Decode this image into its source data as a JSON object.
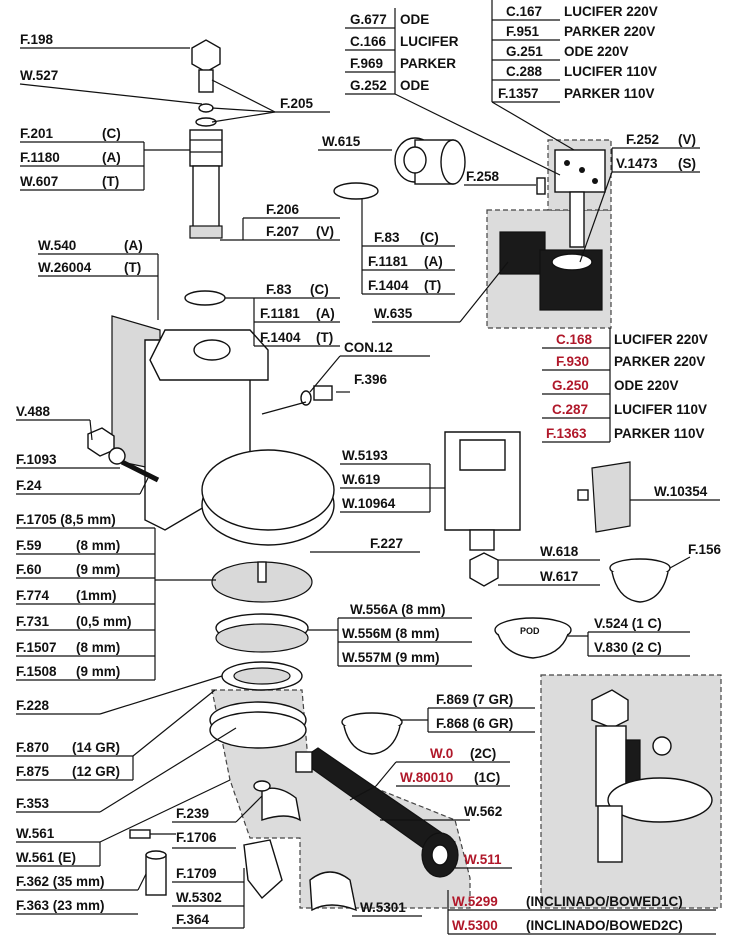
{
  "labels": {
    "f198": "F.198",
    "w527": "W.527",
    "f205": "F.205",
    "f201": "F.201",
    "f201_c": "(C)",
    "f1180": "F.1180",
    "f1180_a": "(A)",
    "w607": "W.607",
    "w607_t": "(T)",
    "f206": "F.206",
    "f207": "F.207",
    "f207_v": "(V)",
    "w540": "W.540",
    "w540_a": "(A)",
    "w26004": "W.26004",
    "w26004_t": "(T)",
    "f83_lower": "F.83",
    "f83_lower_c": "(C)",
    "f1181_lower": "F.1181",
    "f1181_lower_a": "(A)",
    "f1404_lower": "F.1404",
    "f1404_lower_t": "(T)",
    "g677": "G.677",
    "ode1": "ODE",
    "c166": "C.166",
    "lucifer1": "LUCIFER",
    "f969": "F.969",
    "parker1": "PARKER",
    "g252": "G.252",
    "ode2": "ODE",
    "w615": "W.615",
    "f83_upper": "F.83",
    "f83_upper_c": "(C)",
    "f1181_upper": "F.1181",
    "f1181_upper_a": "(A)",
    "f1404_upper": "F.1404",
    "f1404_upper_t": "(T)",
    "w635": "W.635",
    "c167": "C.167",
    "c167_desc": "LUCIFER 220V",
    "f951": "F.951",
    "f951_desc": "PARKER 220V",
    "g251": "G.251",
    "g251_desc": "ODE 220V",
    "c288": "C.288",
    "c288_desc": "LUCIFER 110V",
    "f1357": "F.1357",
    "f1357_desc": "PARKER 110V",
    "f252": "F.252",
    "f252_v": "(V)",
    "v1473": "V.1473",
    "v1473_s": "(S)",
    "f258": "F.258",
    "c168": "C.168",
    "c168_desc": "LUCIFER 220V",
    "f930": "F.930",
    "f930_desc": "PARKER 220V",
    "g250": "G.250",
    "g250_desc": "ODE 220V",
    "c287": "C.287",
    "c287_desc": "LUCIFER 110V",
    "f1363": "F.1363",
    "f1363_desc": "PARKER 110V",
    "con12": "CON.12",
    "f396": "F.396",
    "v488": "V.488",
    "f1093": "F.1093",
    "f24": "F.24",
    "w5193": "W.5193",
    "w619": "W.619",
    "w10964": "W.10964",
    "w10354": "W.10354",
    "f1705": "F.1705 (8,5 mm)",
    "f59": "F.59",
    "f59_mm": "(8 mm)",
    "f60": "F.60",
    "f60_mm": "(9 mm)",
    "f774": "F.774",
    "f774_mm": "(1mm)",
    "f731": "F.731",
    "f731_mm": "(0,5 mm)",
    "f1507": "F.1507",
    "f1507_mm": "(8 mm)",
    "f1508": "F.1508",
    "f1508_mm": "(9 mm)",
    "f227": "F.227",
    "w618": "W.618",
    "w617": "W.617",
    "f156": "F.156",
    "w556a": "W.556A (8 mm)",
    "w556m": "W.556M (8 mm)",
    "w557m": "W.557M (9 mm)",
    "v524": "V.524 (1 C)",
    "v830": "V.830 (2 C)",
    "pod": "POD",
    "f228": "F.228",
    "f869": "F.869 (7 GR)",
    "f868": "F.868 (6 GR)",
    "f870": "F.870",
    "f870_gr": "(14 GR)",
    "f875": "F.875",
    "f875_gr": "(12 GR)",
    "w0": "W.0",
    "w0_c": "(2C)",
    "w80010": "W.80010",
    "w80010_c": "(1C)",
    "f353": "F.353",
    "f239": "F.239",
    "f1706": "F.1706",
    "w562": "W.562",
    "w561": "W.561",
    "w561e": "W.561 (E)",
    "w511": "W.511",
    "f362": "F.362 (35 mm)",
    "f363": "F.363 (23 mm)",
    "f1709": "F.1709",
    "w5302": "W.5302",
    "f364": "F.364",
    "w5301": "W.5301",
    "w5299": "W.5299",
    "w5299_desc": "(INCLINADO/BOWED1C)",
    "w5300": "W.5300",
    "w5300_desc": "(INCLINADO/BOWED2C)"
  },
  "colors": {
    "red_codes": "#b0182a",
    "ink": "#111111",
    "shade": "#dcdcdc"
  }
}
